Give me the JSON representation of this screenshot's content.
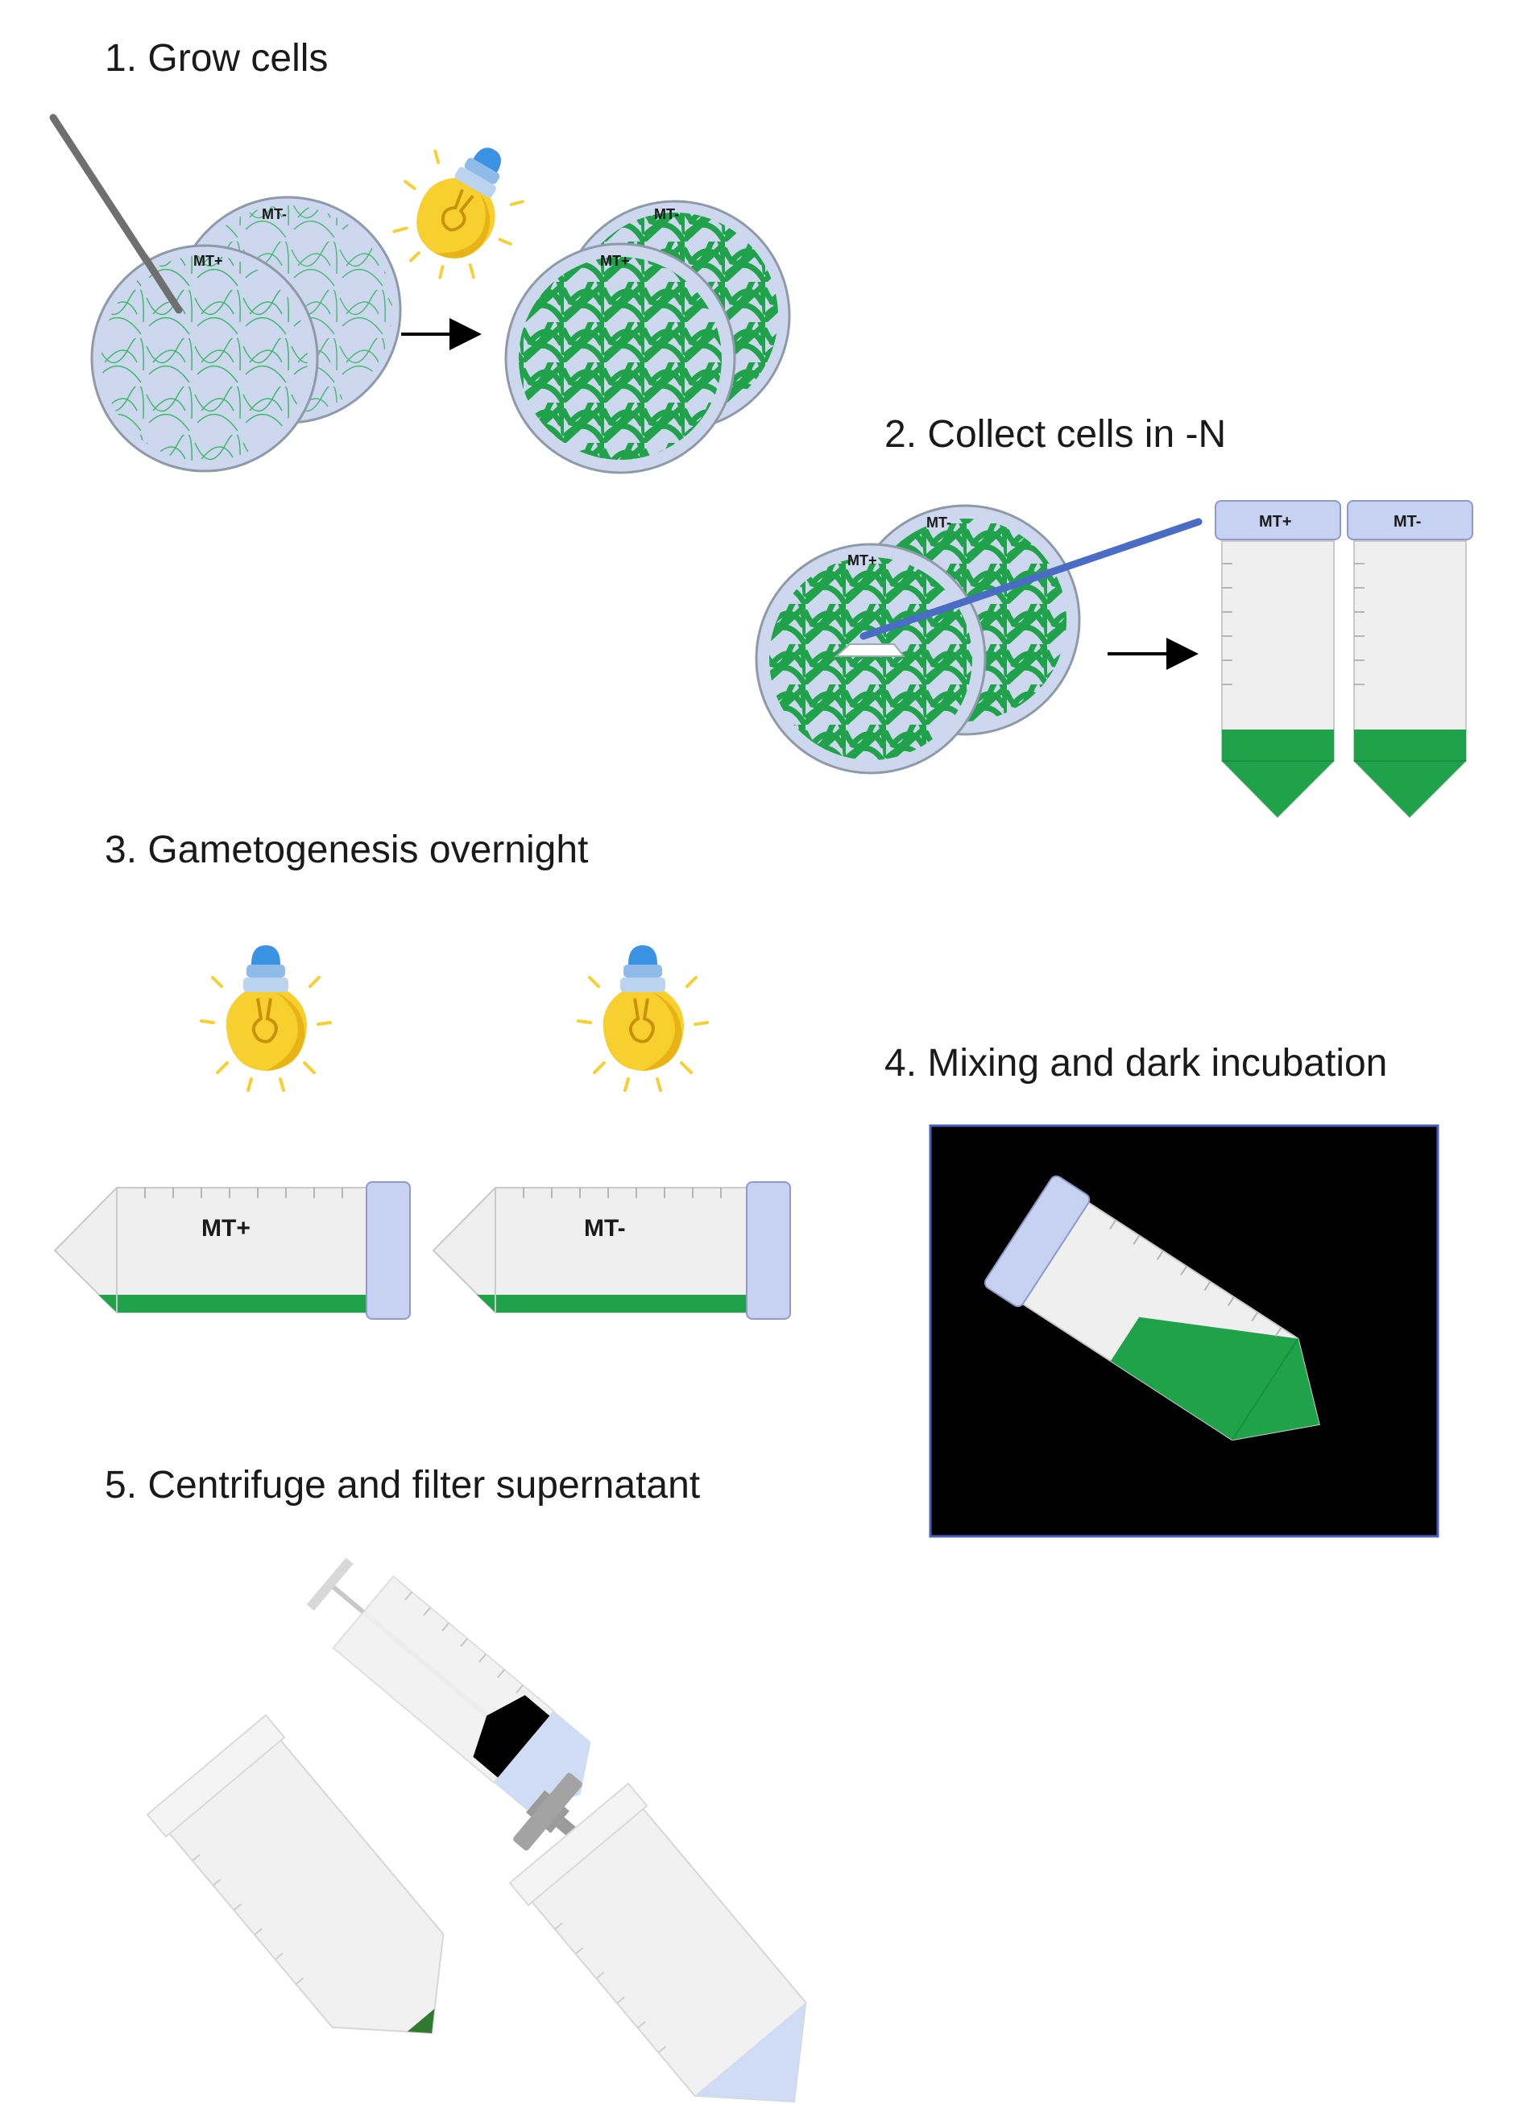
{
  "steps": [
    {
      "title": "1. Grow cells"
    },
    {
      "title": "2. Collect cells in -N"
    },
    {
      "title": "3. Gametogenesis overnight"
    },
    {
      "title": "4. Mixing and dark incubation"
    },
    {
      "title": "5. Centrifuge and filter supernatant"
    }
  ],
  "labels": {
    "plus": "MT+",
    "minus": "MT-"
  },
  "colors": {
    "plate_fill": "#cdd7ee",
    "plate_stroke": "#8e9aa8",
    "algae_green": "#1fa24a",
    "tube_cap": "#c7d1f1",
    "tube_body": "#efefef",
    "bulb_yellow": "#f7cf2e",
    "bulb_cap_blue": "#3a93e2",
    "dark_box": "#000000",
    "dark_box_border": "#4a5cbf",
    "spatula_blue": "#4a6cc4"
  },
  "icons": [
    "petri-dish-icon",
    "inoculation-needle-icon",
    "light-bulb-icon",
    "arrow-icon",
    "spatula-icon",
    "falcon-tube-icon",
    "syringe-icon",
    "syringe-filter-icon"
  ]
}
